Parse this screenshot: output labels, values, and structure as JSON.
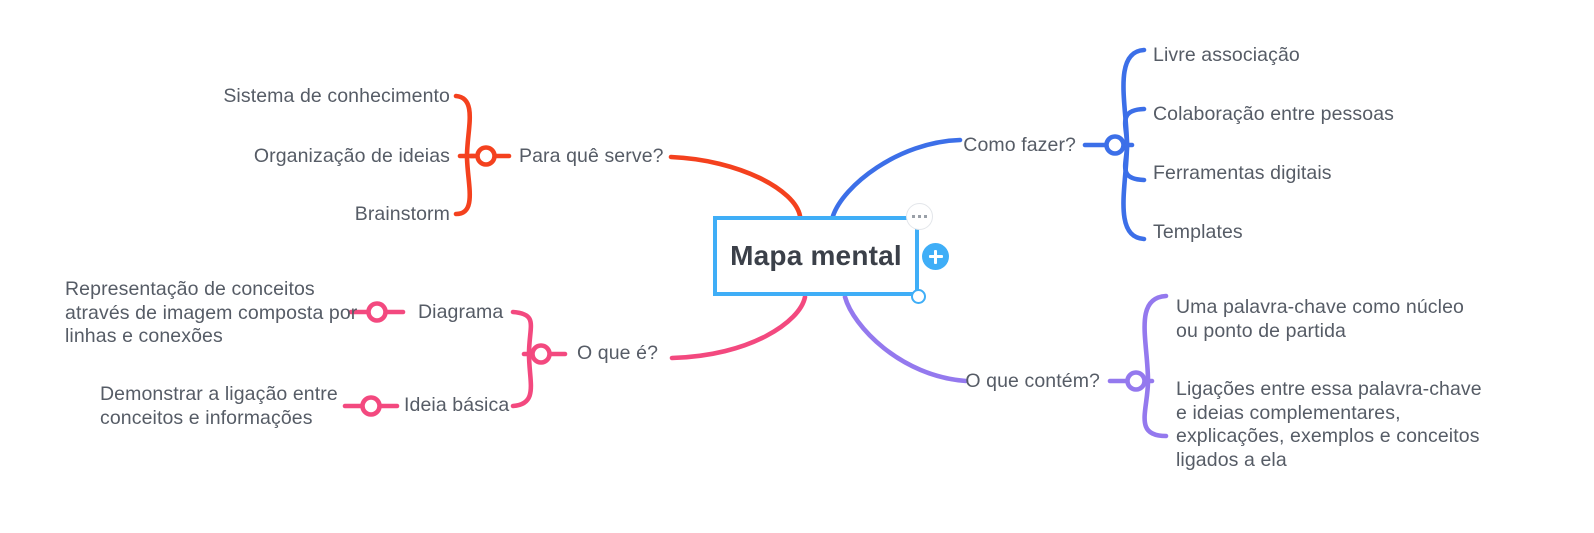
{
  "app": {
    "canvas_background": "#ffffff",
    "text_color": "#565c66"
  },
  "central": {
    "label": "Mapa mental",
    "border_color": "#3FAEF7",
    "selected": true,
    "add_button_label": "+",
    "menu_button_label": "...",
    "resize_handle_label": ""
  },
  "branches": [
    {
      "id": "para-que-serve",
      "label": "Para quê serve?",
      "color": "#F4411E",
      "direction": "left-up",
      "collapsed": false,
      "children": [
        {
          "label": "Sistema de conhecimento"
        },
        {
          "label": "Organização de ideias"
        },
        {
          "label": "Brainstorm"
        }
      ]
    },
    {
      "id": "como-fazer",
      "label": "Como fazer?",
      "color": "#3C6FE8",
      "direction": "right-up",
      "collapsed": false,
      "children": [
        {
          "label": "Livre associação"
        },
        {
          "label": "Colaboração entre pessoas"
        },
        {
          "label": "Ferramentas digitais"
        },
        {
          "label": "Templates"
        }
      ]
    },
    {
      "id": "o-que-e",
      "label": "O que é?",
      "color": "#F3497F",
      "direction": "left-down",
      "collapsed": false,
      "children": [
        {
          "label": "Diagrama",
          "children": [
            {
              "label": "Representação de conceitos\natravés de imagem composta por\nlinhas e conexões"
            }
          ]
        },
        {
          "label": "Ideia básica",
          "children": [
            {
              "label": "Demonstrar a ligação entre\nconceitos e informações"
            }
          ]
        }
      ]
    },
    {
      "id": "o-que-contem",
      "label": "O que contém?",
      "color": "#9479EE",
      "direction": "right-down",
      "collapsed": false,
      "children": [
        {
          "label": "Uma palavra-chave como núcleo\nou ponto de partida"
        },
        {
          "label": "Ligações entre essa palavra-chave\ne ideias complementares,\nexplicações, exemplos e conceitos\nligados a ela"
        }
      ]
    }
  ],
  "labels": {
    "l_sistema": "Sistema de conhecimento",
    "l_organizacao": "Organização de ideias",
    "l_brainstorm": "Brainstorm",
    "l_para_que_serve": "Para quê serve?",
    "l_como_fazer": "Como fazer?",
    "l_livre": "Livre associação",
    "l_colaboracao": "Colaboração entre pessoas",
    "l_ferramentas": "Ferramentas digitais",
    "l_templates": "Templates",
    "l_representacao": "Representação de conceitos\natravés de imagem composta por\nlinhas e conexões",
    "l_diagrama": "Diagrama",
    "l_o_que_e": "O que é?",
    "l_demonstrar": "Demonstrar a ligação entre\nconceitos e informações",
    "l_ideia_basica": "Ideia básica",
    "l_o_que_contem": "O que contém?",
    "l_palavra_chave": "Uma palavra-chave como núcleo\nou ponto de partida",
    "l_ligacoes": "Ligações entre essa palavra-chave\ne ideias complementares,\nexplicações, exemplos e conceitos\nligados a ela"
  }
}
